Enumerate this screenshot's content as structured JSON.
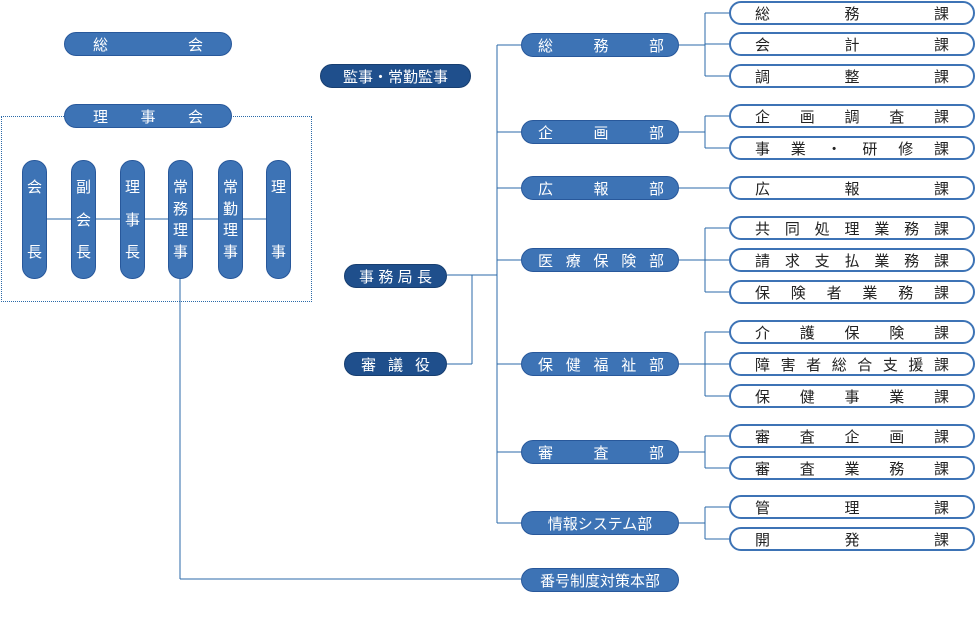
{
  "colors": {
    "pill": "#3d73b5",
    "pill_dark": "#1f4f8c",
    "line": "#2b6aa8",
    "section_border": "#3d73b5"
  },
  "general_assembly": "総　会",
  "board": {
    "label": "理　事　会",
    "members": [
      "会長",
      "副会長",
      "理事長",
      "常務理事",
      "常勤理事",
      "理事"
    ]
  },
  "auditor": "監事・常勤監事",
  "secretary_general": "事務局長",
  "councilor": "審議役",
  "mynumber_hq": "番号制度対策本部",
  "departments": [
    {
      "name": "総務部",
      "sections": [
        "総務課",
        "会計課",
        "調整課"
      ]
    },
    {
      "name": "企画部",
      "sections": [
        "企画調査課",
        "事業・研修課"
      ]
    },
    {
      "name": "広報部",
      "sections": [
        "広報課"
      ]
    },
    {
      "name": "医療保険部",
      "sections": [
        "共同処理業務課",
        "請求支払業務課",
        "保険者業務課"
      ]
    },
    {
      "name": "保健福祉部",
      "sections": [
        "介護保険課",
        "障害者総合支援課",
        "保健事業課"
      ]
    },
    {
      "name": "審査部",
      "sections": [
        "審査企画課",
        "審査業務課"
      ]
    },
    {
      "name": "情報システム部",
      "sections": [
        "管理課",
        "開発課"
      ]
    }
  ]
}
